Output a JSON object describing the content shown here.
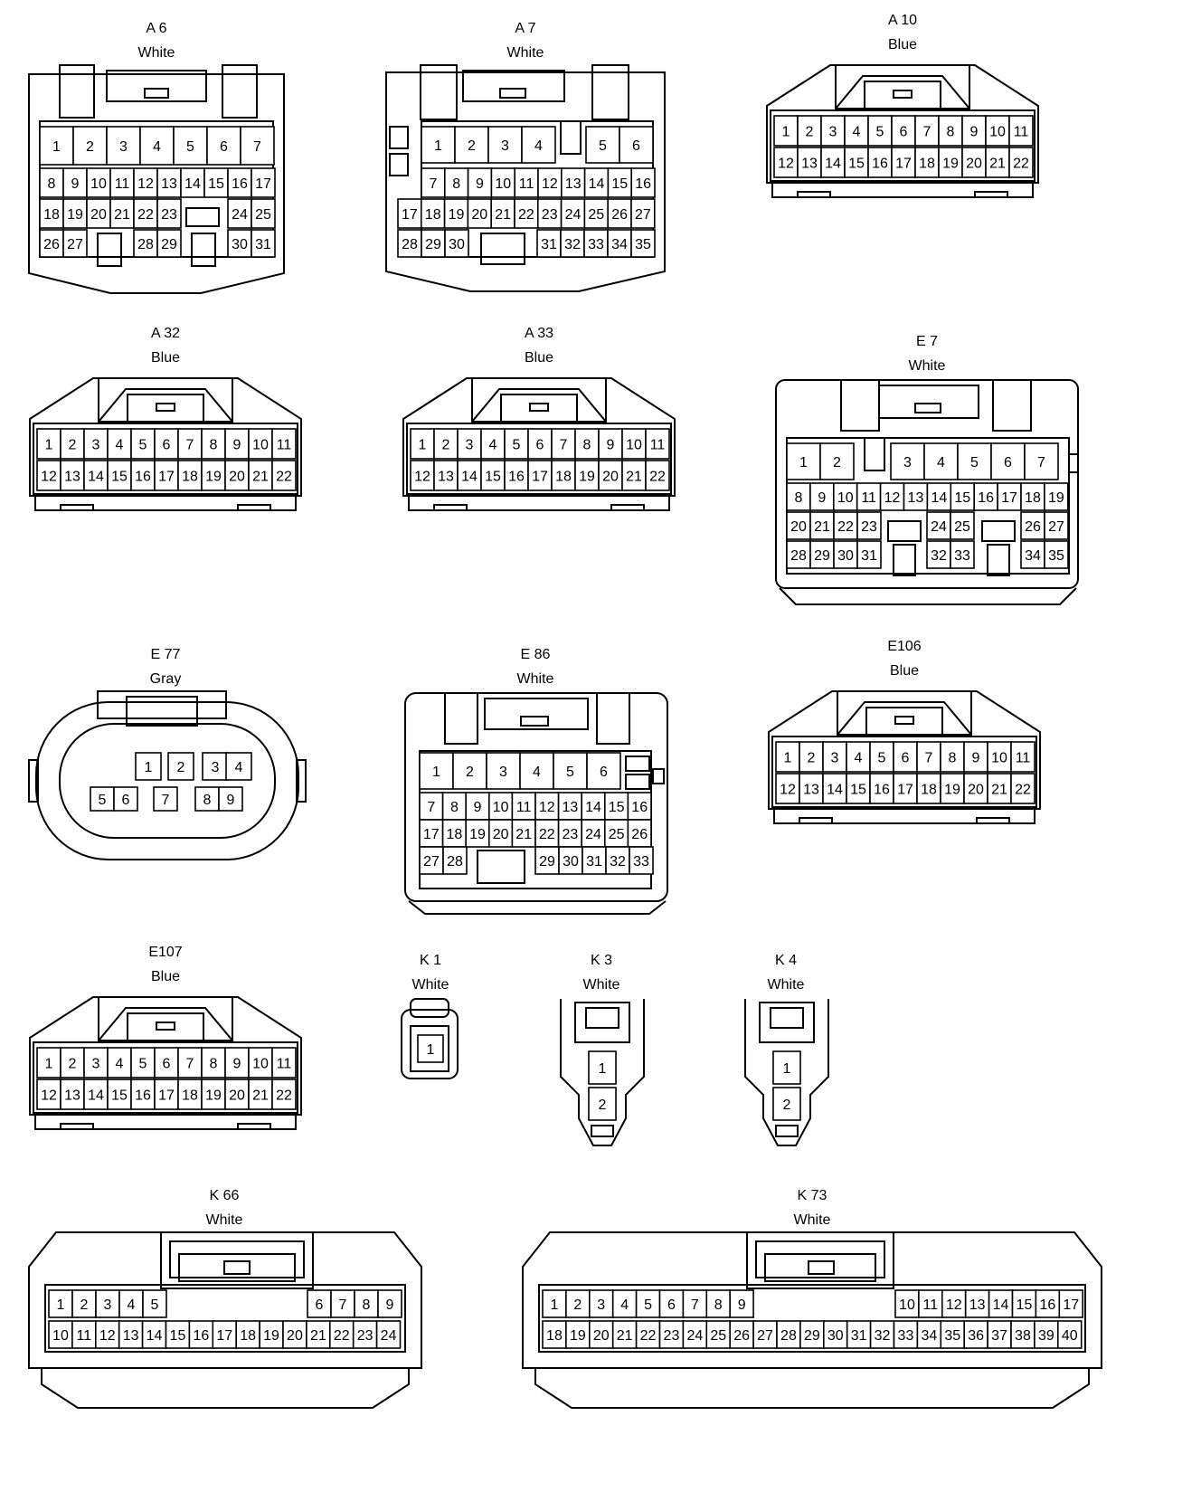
{
  "connectors": [
    {
      "code": "A 6",
      "color": "White",
      "rows": [
        [
          "1",
          "2",
          "3",
          "4",
          "5",
          "6",
          "7"
        ],
        [
          "8",
          "9",
          "10",
          "11",
          "12",
          "13",
          "14",
          "15",
          "16",
          "17"
        ],
        [
          "18",
          "19",
          "20",
          "21",
          "22",
          "23",
          "24",
          "25"
        ],
        [
          "26",
          "27",
          "28",
          "29",
          "30",
          "31"
        ]
      ]
    },
    {
      "code": "A 7",
      "color": "White",
      "rows": [
        [
          "1",
          "2",
          "3",
          "4",
          "5",
          "6"
        ],
        [
          "7",
          "8",
          "9",
          "10",
          "11",
          "12",
          "13",
          "14",
          "15",
          "16"
        ],
        [
          "17",
          "18",
          "19",
          "20",
          "21",
          "22",
          "23",
          "24",
          "25",
          "26",
          "27"
        ],
        [
          "28",
          "29",
          "30",
          "31",
          "32",
          "33",
          "34",
          "35"
        ]
      ]
    },
    {
      "code": "A 10",
      "color": "Blue",
      "rows": [
        [
          "1",
          "2",
          "3",
          "4",
          "5",
          "6",
          "7",
          "8",
          "9",
          "10",
          "11"
        ],
        [
          "12",
          "13",
          "14",
          "15",
          "16",
          "17",
          "18",
          "19",
          "20",
          "21",
          "22"
        ]
      ]
    },
    {
      "code": "A 32",
      "color": "Blue",
      "rows": [
        [
          "1",
          "2",
          "3",
          "4",
          "5",
          "6",
          "7",
          "8",
          "9",
          "10",
          "11"
        ],
        [
          "12",
          "13",
          "14",
          "15",
          "16",
          "17",
          "18",
          "19",
          "20",
          "21",
          "22"
        ]
      ]
    },
    {
      "code": "A 33",
      "color": "Blue",
      "rows": [
        [
          "1",
          "2",
          "3",
          "4",
          "5",
          "6",
          "7",
          "8",
          "9",
          "10",
          "11"
        ],
        [
          "12",
          "13",
          "14",
          "15",
          "16",
          "17",
          "18",
          "19",
          "20",
          "21",
          "22"
        ]
      ]
    },
    {
      "code": "E 7",
      "color": "White",
      "rows": [
        [
          "1",
          "2",
          "3",
          "4",
          "5",
          "6",
          "7"
        ],
        [
          "8",
          "9",
          "10",
          "11",
          "12",
          "13",
          "14",
          "15",
          "16",
          "17",
          "18",
          "19"
        ],
        [
          "20",
          "21",
          "22",
          "23",
          "24",
          "25",
          "26",
          "27"
        ],
        [
          "28",
          "29",
          "30",
          "31",
          "32",
          "33",
          "34",
          "35"
        ]
      ]
    },
    {
      "code": "E 77",
      "color": "Gray",
      "rows": [
        [
          "1",
          "2",
          "3",
          "4"
        ],
        [
          "5",
          "6",
          "7",
          "8",
          "9"
        ]
      ]
    },
    {
      "code": "E 86",
      "color": "White",
      "rows": [
        [
          "1",
          "2",
          "3",
          "4",
          "5",
          "6"
        ],
        [
          "7",
          "8",
          "9",
          "10",
          "11",
          "12",
          "13",
          "14",
          "15",
          "16"
        ],
        [
          "17",
          "18",
          "19",
          "20",
          "21",
          "22",
          "23",
          "24",
          "25",
          "26"
        ],
        [
          "27",
          "28",
          "29",
          "30",
          "31",
          "32",
          "33"
        ]
      ]
    },
    {
      "code": "E106",
      "color": "Blue",
      "rows": [
        [
          "1",
          "2",
          "3",
          "4",
          "5",
          "6",
          "7",
          "8",
          "9",
          "10",
          "11"
        ],
        [
          "12",
          "13",
          "14",
          "15",
          "16",
          "17",
          "18",
          "19",
          "20",
          "21",
          "22"
        ]
      ]
    },
    {
      "code": "E107",
      "color": "Blue",
      "rows": [
        [
          "1",
          "2",
          "3",
          "4",
          "5",
          "6",
          "7",
          "8",
          "9",
          "10",
          "11"
        ],
        [
          "12",
          "13",
          "14",
          "15",
          "16",
          "17",
          "18",
          "19",
          "20",
          "21",
          "22"
        ]
      ]
    },
    {
      "code": "K 1",
      "color": "White",
      "rows": [
        [
          "1"
        ]
      ]
    },
    {
      "code": "K 3",
      "color": "White",
      "rows": [
        [
          "1"
        ],
        [
          "2"
        ]
      ]
    },
    {
      "code": "K 4",
      "color": "White",
      "rows": [
        [
          "1"
        ],
        [
          "2"
        ]
      ]
    },
    {
      "code": "K 66",
      "color": "White",
      "rows": [
        [
          "1",
          "2",
          "3",
          "4",
          "5",
          "6",
          "7",
          "8",
          "9"
        ],
        [
          "10",
          "11",
          "12",
          "13",
          "14",
          "15",
          "16",
          "17",
          "18",
          "19",
          "20",
          "21",
          "22",
          "23",
          "24"
        ]
      ]
    },
    {
      "code": "K 73",
      "color": "White",
      "rows": [
        [
          "1",
          "2",
          "3",
          "4",
          "5",
          "6",
          "7",
          "8",
          "9",
          "10",
          "11",
          "12",
          "13",
          "14",
          "15",
          "16",
          "17"
        ],
        [
          "18",
          "19",
          "20",
          "21",
          "22",
          "23",
          "24",
          "25",
          "26",
          "27",
          "28",
          "29",
          "30",
          "31",
          "32",
          "33",
          "34",
          "35",
          "36",
          "37",
          "38",
          "39",
          "40"
        ]
      ]
    }
  ]
}
